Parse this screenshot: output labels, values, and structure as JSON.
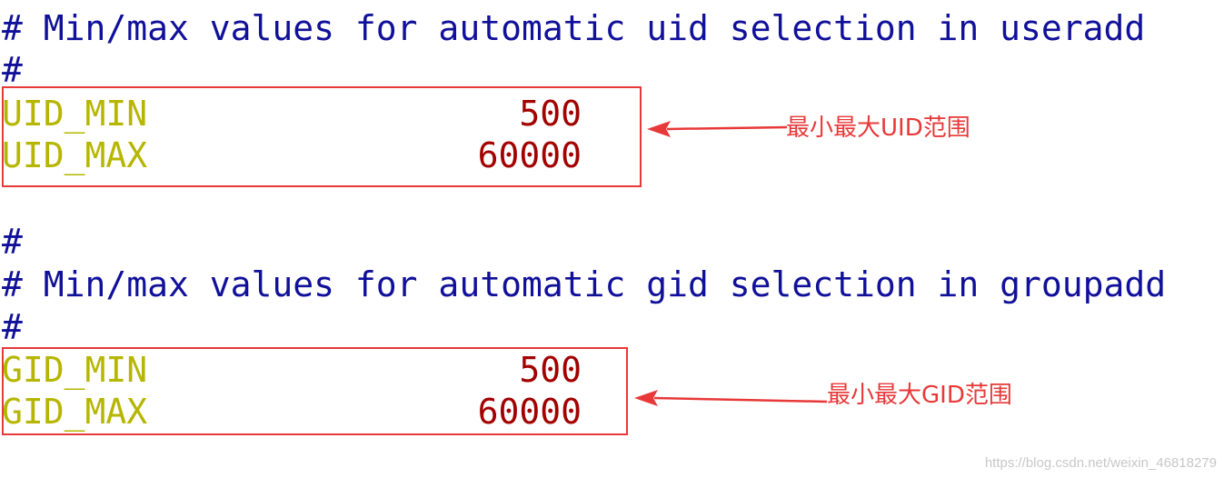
{
  "editor": {
    "lines": {
      "uid_comment": "# Min/max values for automatic uid selection in useradd",
      "hash1": "#",
      "uid_min_key": "UID_MIN",
      "uid_min_val": "500",
      "uid_max_key": "UID_MAX",
      "uid_max_val": "60000",
      "hash2": "#",
      "gid_comment": "# Min/max values for automatic gid selection in groupadd",
      "hash3": "#",
      "gid_min_key": "GID_MIN",
      "gid_min_val": "500",
      "gid_max_key": "GID_MAX",
      "gid_max_val": "60000"
    }
  },
  "annotations": {
    "uid_label": "最小最大UID范围",
    "gid_label": "最小最大GID范围"
  },
  "watermark": "https://blog.csdn.net/weixin_46818279",
  "colors": {
    "comment": "#10109a",
    "key": "#b6b600",
    "value": "#a30000",
    "annotation": "#e83838"
  }
}
